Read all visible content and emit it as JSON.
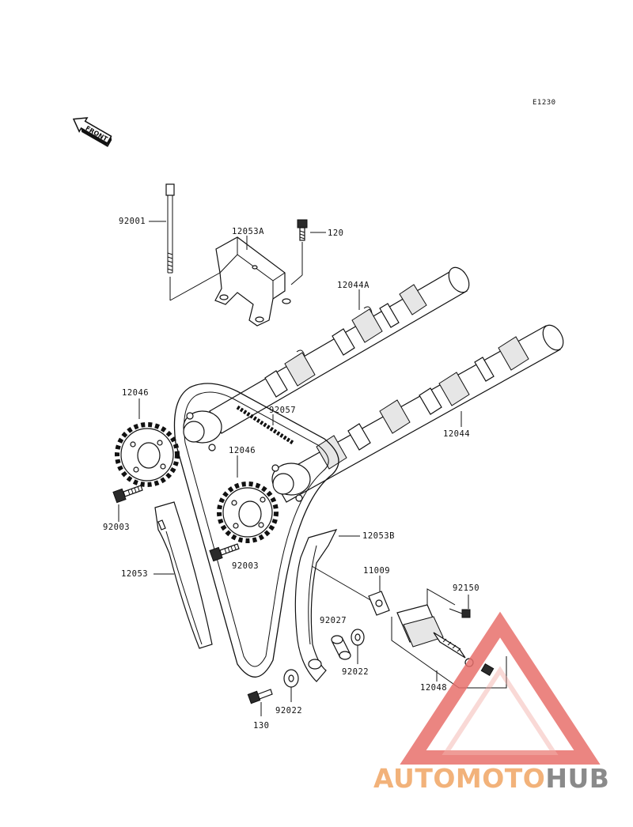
{
  "diagram": {
    "code": "E1230",
    "front_label": "FRONT",
    "parts": {
      "bolt_92001": "92001",
      "holder_12053A": "12053A",
      "bolt_120": "120",
      "camshaft_12044A": "12044A",
      "sprocket_top": "12046",
      "chain_92057": "92057",
      "sprocket_mid": "12046",
      "camshaft_12044": "12044",
      "bolt_left": "92003",
      "bolt_mid": "92003",
      "guide_12053B": "12053B",
      "gasket_11009": "11009",
      "bolt_92150": "92150",
      "guide_12053": "12053",
      "collar_92027": "92027",
      "washer_92022_a": "92022",
      "tensioner_12048": "12048",
      "bolt_130": "130",
      "washer_92022_b": "92022"
    }
  },
  "watermark": {
    "part1": "AUTOMOTO",
    "part2": "HUB",
    "color_orange": "#f2b27a",
    "color_red": "#e8706c",
    "color_grey": "#8a8a8a"
  }
}
